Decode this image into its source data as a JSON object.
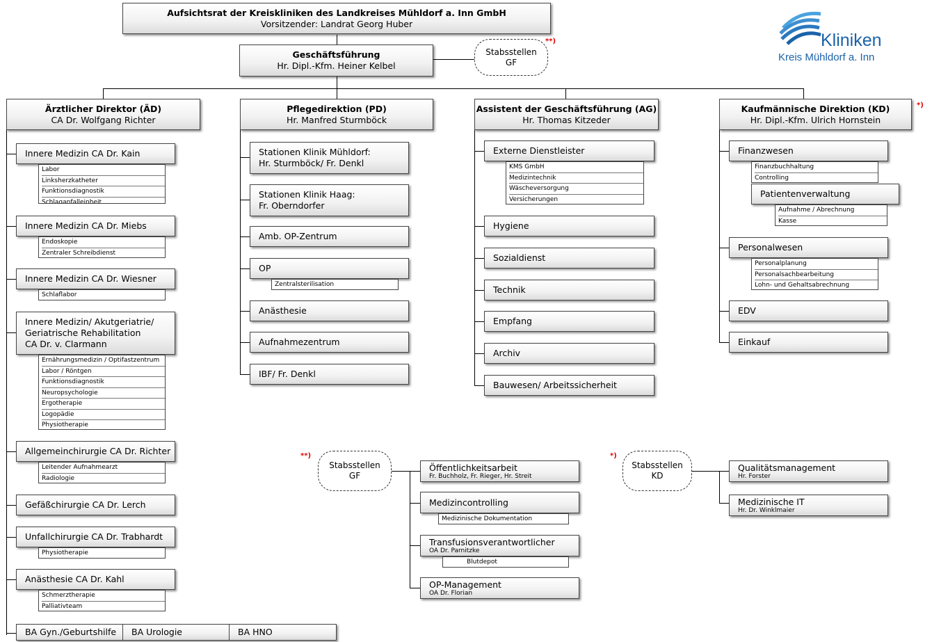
{
  "supervisory_board": {
    "title": "Aufsichtsrat der Kreiskliniken des Landkreises Mühldorf a. Inn GmbH",
    "subtitle": "Vorsitzender: Landrat Georg Huber"
  },
  "management": {
    "title": "Geschäftsführung",
    "subtitle": "Hr. Dipl.-Kfm. Heiner Kelbel"
  },
  "staff_gf_top": {
    "line1": "Stabsstellen",
    "line2": "GF",
    "marker": "**)"
  },
  "logo": {
    "line1": "Kliniken",
    "line2": "Kreis Mühldorf a. Inn"
  },
  "colors": {
    "marker_red": "#e00000",
    "logo_blue": "#1b62a8",
    "logo_light_blue": "#4aa3df"
  },
  "directorates": [
    {
      "title": "Ärztlicher Direktor (ÄD)",
      "subtitle": "CA Dr. Wolfgang Richter"
    },
    {
      "title": "Pflegedirektion (PD)",
      "subtitle": "Hr. Manfred Sturmböck"
    },
    {
      "title": "Assistent der Geschäftsführung (AG)",
      "subtitle": "Hr. Thomas Kitzeder"
    },
    {
      "title": "Kaufmännische Direktion (KD)",
      "subtitle": "Hr. Dipl.-Kfm. Ulrich Hornstein",
      "marker": "*)"
    }
  ],
  "medical": [
    {
      "label": "Innere Medizin CA Dr. Kain",
      "items": [
        "Labor",
        "Linksherzkatheter",
        "Funktionsdiagnostik",
        "Schlaganfalleinheit"
      ]
    },
    {
      "label": "Innere Medizin CA Dr. Miebs",
      "items": [
        "Endoskopie",
        "Zentraler Schreibdienst"
      ]
    },
    {
      "label": "Innere Medizin CA Dr. Wiesner",
      "items": [
        "Schlaflabor"
      ]
    },
    {
      "label_lines": [
        "Innere Medizin/ Akutgeriatrie/",
        "Geriatrische Rehabilitation",
        "CA Dr. v. Clarmann"
      ],
      "items": [
        "Ernährungsmedizin / Optifastzentrum",
        "Labor / Röntgen",
        "Funktionsdiagnostik",
        "Neuropsychologie",
        "Ergotherapie",
        "Logopädie",
        "Physiotherapie"
      ]
    },
    {
      "label": "Allgemeinchirurgie CA Dr. Richter",
      "items": [
        "Leitender Aufnahmearzt",
        "Radiologie"
      ]
    },
    {
      "label": "Gefäßchirurgie CA Dr. Lerch",
      "items": []
    },
    {
      "label": "Unfallchirurgie CA Dr. Trabhardt",
      "items": [
        "Physiotherapie"
      ]
    },
    {
      "label": "Anästhesie CA Dr. Kahl",
      "items": [
        "Schmerztherapie",
        "Palliativteam"
      ]
    }
  ],
  "ba": [
    "BA Gyn./Geburtshilfe",
    "BA Urologie",
    "BA HNO"
  ],
  "nursing": [
    {
      "lines": [
        "Stationen Klinik Mühldorf:",
        "Hr. Sturmböck/ Fr. Denkl"
      ]
    },
    {
      "lines": [
        "Stationen Klinik Haag:",
        "Fr. Oberndorfer"
      ]
    },
    {
      "lines": [
        "Amb. OP-Zentrum"
      ]
    },
    {
      "lines": [
        "OP"
      ],
      "items": [
        "Zentralsterilisation"
      ]
    },
    {
      "lines": [
        "Anästhesie"
      ]
    },
    {
      "lines": [
        "Aufnahmezentrum"
      ]
    },
    {
      "lines": [
        "IBF/ Fr. Denkl"
      ]
    }
  ],
  "assistant": [
    {
      "label": "Externe Dienstleister",
      "items": [
        "KMS GmbH",
        "Medizintechnik",
        "Wäscheversorgung",
        "Versicherungen"
      ]
    },
    {
      "label": "Hygiene"
    },
    {
      "label": "Sozialdienst"
    },
    {
      "label": "Technik"
    },
    {
      "label": "Empfang"
    },
    {
      "label": "Archiv"
    },
    {
      "label": "Bauwesen/ Arbeitssicherheit"
    }
  ],
  "commercial": {
    "finance": {
      "label": "Finanzwesen",
      "items": [
        "Finanzbuchhaltung",
        "Controlling"
      ]
    },
    "patient": {
      "label": "Patientenverwaltung",
      "items": [
        "Aufnahme / Abrechnung",
        "Kasse"
      ]
    },
    "personnel": {
      "label": "Personalwesen",
      "items": [
        "Personalplanung",
        "Personalsachbearbeitung",
        "Lohn- und Gehaltsabrechnung"
      ]
    },
    "edv": "EDV",
    "purchasing": "Einkauf"
  },
  "staff_gf": {
    "line1": "Stabsstellen",
    "line2": "GF",
    "marker": "**)",
    "units": [
      {
        "name": "Öffentlichkeitsarbeit",
        "person": "Fr. Buchholz, Fr. Rieger, Hr. Streit"
      },
      {
        "name": "Medizincontrolling",
        "items": [
          "Medizinische Dokumentation"
        ]
      },
      {
        "name": "Transfusionsverantwortlicher",
        "person": "OA Dr. Parnitzke",
        "items": [
          "Blutdepot"
        ]
      },
      {
        "name": "OP-Management",
        "person": "OA Dr. Florian"
      }
    ]
  },
  "staff_kd": {
    "line1": "Stabsstellen",
    "line2": "KD",
    "marker": "*)",
    "units": [
      {
        "name": "Qualitätsmanagement",
        "person": "Hr. Forster"
      },
      {
        "name": "Medizinische IT",
        "person": "Hr. Dr. Winklmaier"
      }
    ]
  }
}
